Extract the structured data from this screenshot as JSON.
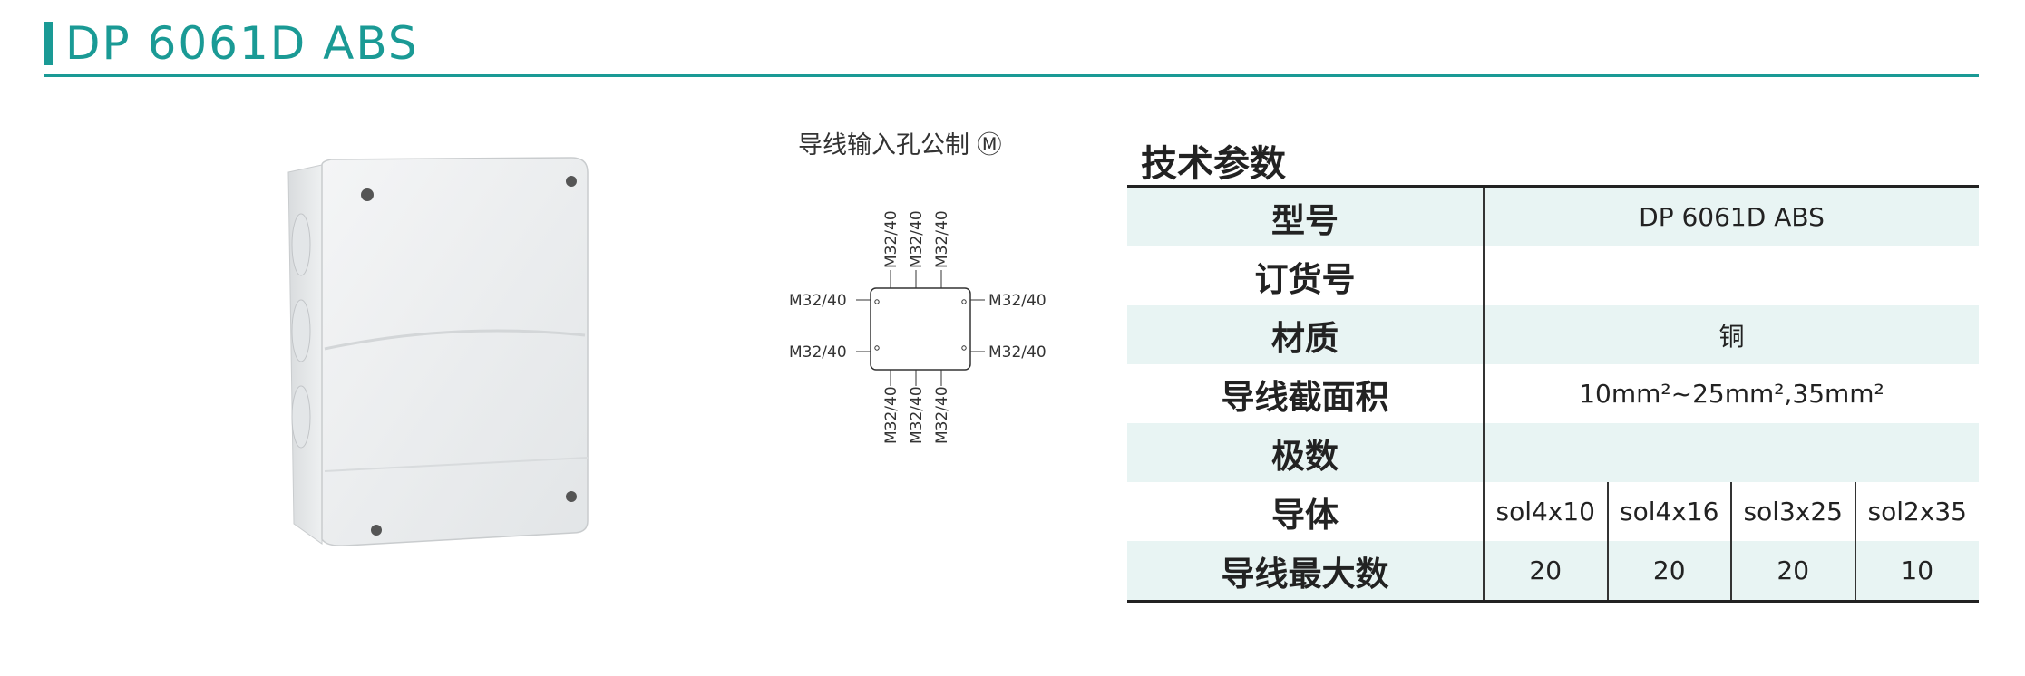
{
  "header": {
    "title": "DP 6061D ABS",
    "accent_color": "#1a9a95"
  },
  "wiring": {
    "caption": "导线输入孔公制 Ⓜ",
    "port_label": "M32/40"
  },
  "spec": {
    "heading": "技术参数",
    "rows": {
      "model": {
        "label": "型号",
        "value": "DP 6061D ABS"
      },
      "order_no": {
        "label": "订货号",
        "value": ""
      },
      "material": {
        "label": "材质",
        "value": "铜"
      },
      "cross_section": {
        "label": "导线截面积",
        "value": "10mm²~25mm²,35mm²"
      },
      "poles": {
        "label": "极数",
        "value": ""
      },
      "conductor": {
        "label": "导体",
        "values": [
          "sol4x10",
          "sol4x16",
          "sol3x25",
          "sol2x35"
        ]
      },
      "max_wires": {
        "label": "导线最大数",
        "values": [
          "20",
          "20",
          "20",
          "10"
        ]
      }
    }
  }
}
